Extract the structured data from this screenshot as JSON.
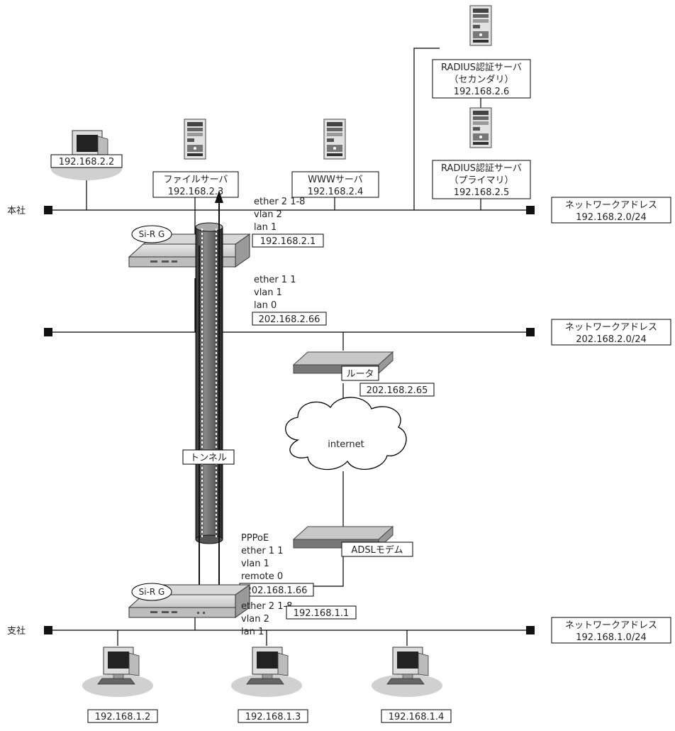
{
  "sites": {
    "hq": "本社",
    "branch": "支社"
  },
  "hq_lan": {
    "network_label": "ネットワークアドレス",
    "network_address": "192.168.2.0/24",
    "pc_ip": "192.168.2.2",
    "file_server_name": "ファイルサーバ",
    "file_server_ip": "192.168.2.3",
    "www_server_name": "WWWサーバ",
    "www_server_ip": "192.168.2.4",
    "radius_primary_name": "RADIUS認証サーバ",
    "radius_primary_role": "（プライマリ）",
    "radius_primary_ip": "192.168.2.5",
    "radius_secondary_name": "RADIUS認証サーバ",
    "radius_secondary_role": "（セカンダリ）",
    "radius_secondary_ip": "192.168.2.6"
  },
  "hq_router": {
    "label": "Si-R G",
    "lan_side": [
      "ether 2 1-8",
      "vlan 2",
      "lan 1"
    ],
    "lan_ip": "192.168.2.1",
    "wan_side": [
      "ether 1 1",
      "vlan 1",
      "lan 0"
    ],
    "wan_ip": "202.168.2.66"
  },
  "wan": {
    "network_label": "ネットワークアドレス",
    "network_address": "202.168.2.0/24",
    "router_label": "ルータ",
    "router_ip": "202.168.2.65",
    "internet_label": "internet",
    "modem_label": "ADSLモデム",
    "tunnel_label": "トンネル"
  },
  "branch_router": {
    "label": "Si-R G",
    "wan_side": [
      "PPPoE",
      "ether 1 1",
      "vlan 1",
      "remote 0"
    ],
    "wan_ip": "202.168.1.66",
    "lan_side": [
      "ether 2 1-8",
      "vlan 2",
      "lan 1"
    ],
    "lan_ip": "192.168.1.1"
  },
  "branch_lan": {
    "network_label": "ネットワークアドレス",
    "network_address": "192.168.1.0/24",
    "pcs": [
      "192.168.1.2",
      "192.168.1.3",
      "192.168.1.4"
    ]
  }
}
